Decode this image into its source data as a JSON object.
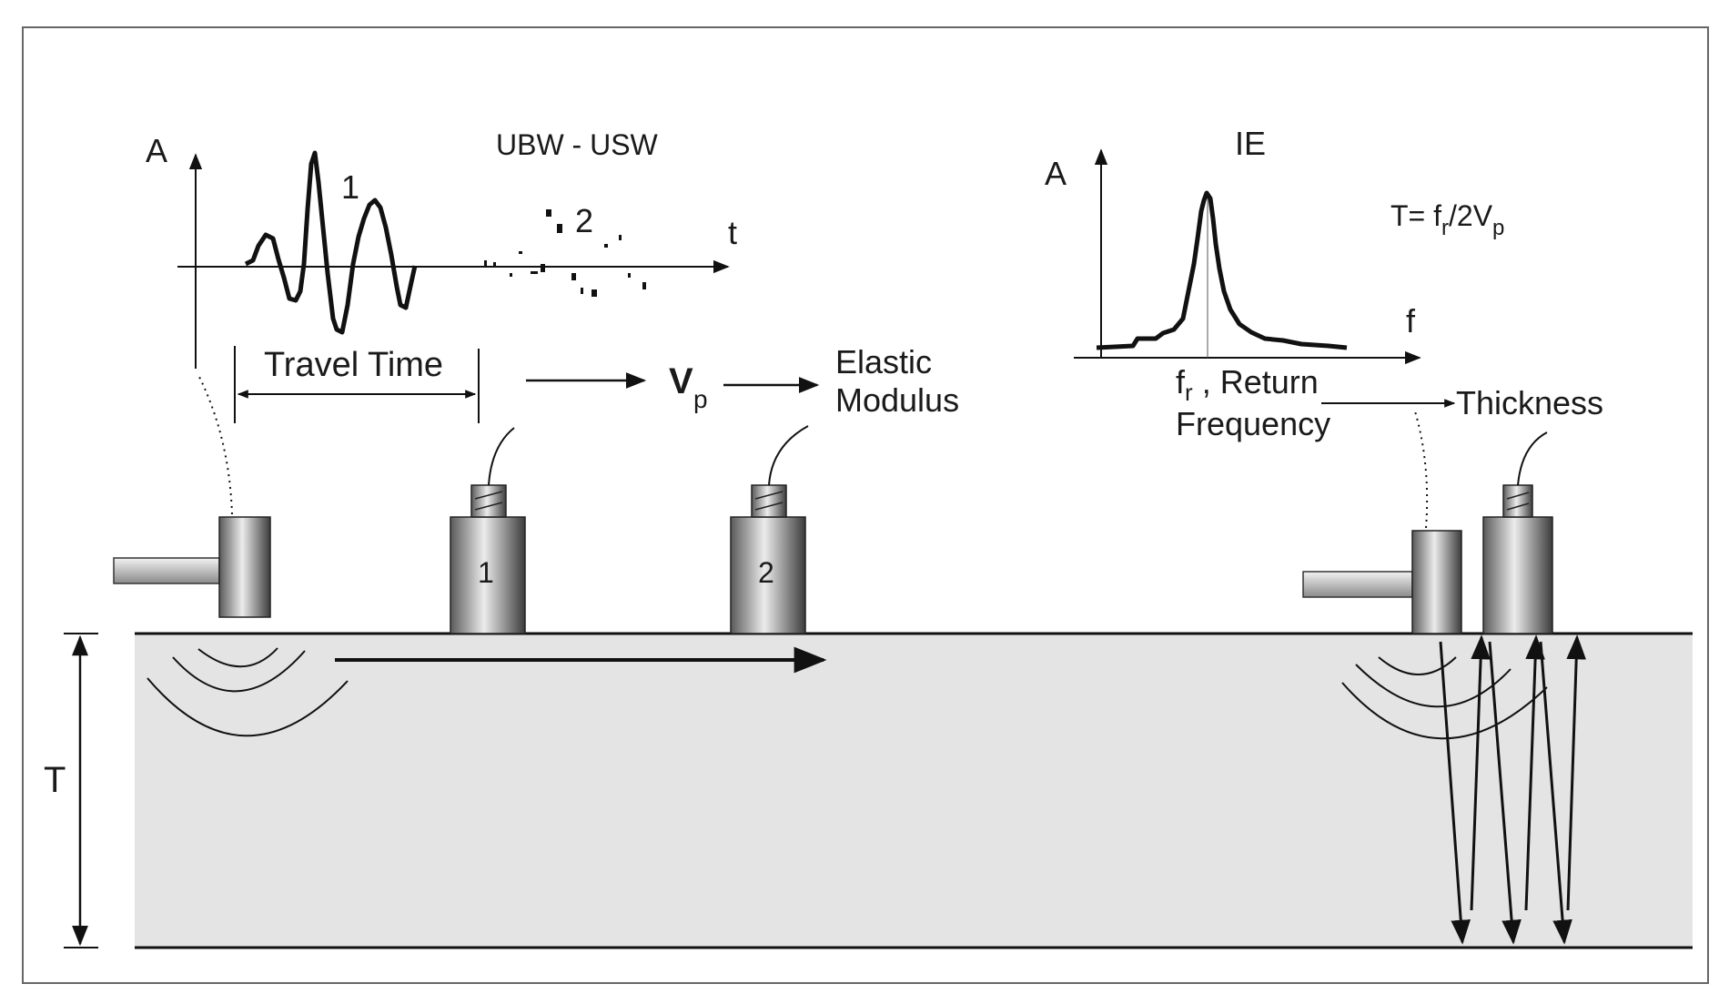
{
  "left_plot": {
    "title": "UBW - USW",
    "y_axis": "A",
    "x_axis": "t",
    "wave_1": "1",
    "wave_2": "2"
  },
  "right_plot": {
    "title": "IE",
    "y_axis": "A",
    "x_axis": "f",
    "formula": {
      "prefix": "T= f",
      "sub1": "r",
      "mid": "/2V",
      "sub2": "p"
    }
  },
  "labels": {
    "travel_time": "Travel Time",
    "vp_main": "V",
    "vp_sub": "p",
    "elastic_line1": "Elastic",
    "elastic_line2": "Modulus",
    "fr_main": "f",
    "fr_sub": "r",
    "fr_rest": " , Return",
    "frequency": "Frequency",
    "thickness": "Thickness",
    "thickness_axis": "T"
  },
  "transducers": {
    "t1_label": "1",
    "t2_label": "2"
  },
  "colors": {
    "slab": "#e4e4e4",
    "line": "#111111",
    "metal_dark": "#4a4a4a",
    "metal_light": "#e8e8e8"
  }
}
